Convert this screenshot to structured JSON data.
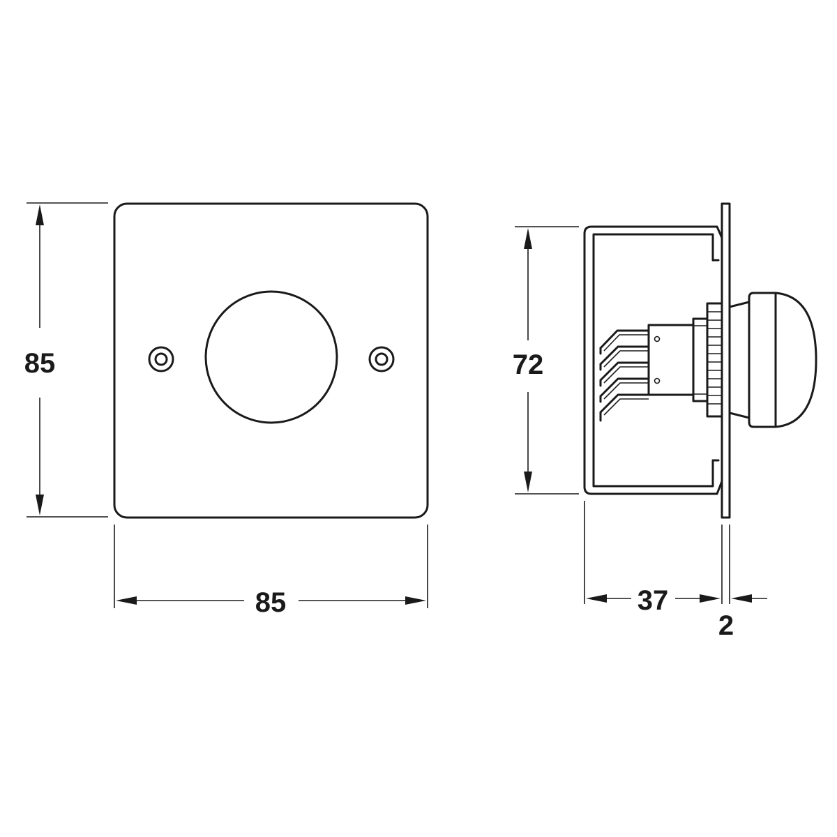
{
  "front_view": {
    "height_dim": "85",
    "width_dim": "85"
  },
  "side_view": {
    "height_dim": "72",
    "depth_dim": "37",
    "plate_thickness_dim": "2"
  },
  "colors": {
    "line": "#1a1a1a",
    "background": "#ffffff"
  }
}
